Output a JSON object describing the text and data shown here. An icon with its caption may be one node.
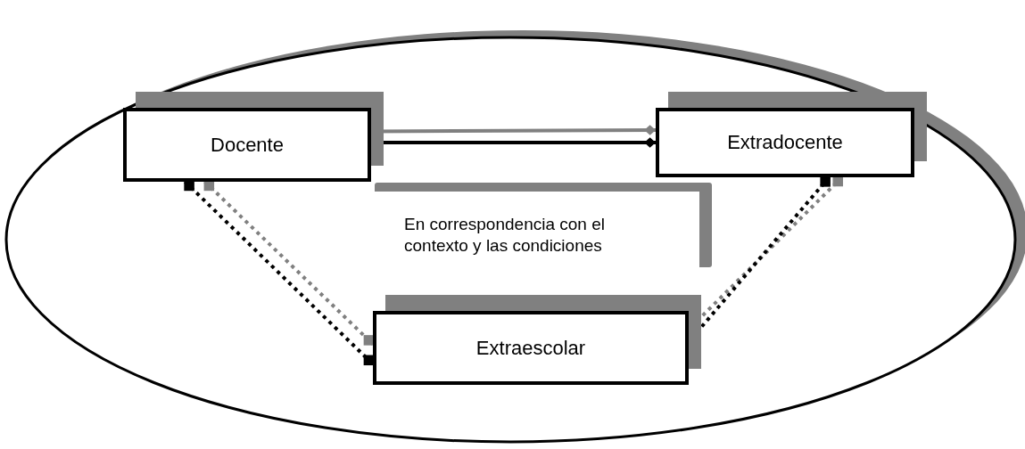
{
  "diagram": {
    "nodes": [
      {
        "text": [],
        "shape": "ellipse"
      },
      {
        "text": [
          "Docente"
        ],
        "in": 0
      },
      {
        "text": [
          "Extradocente"
        ],
        "in": 0
      },
      {
        "text": [
          "En correspondencia con el contexto y las condiciones"
        ],
        "in": 0
      },
      {
        "text": [
          "Extraescolar"
        ],
        "in": 0
      }
    ],
    "edges": [
      {
        "from": 1,
        "to": 2,
        "arrow": "other",
        "color": "#808080"
      },
      {
        "from": 1,
        "to": 2,
        "arrow": "other",
        "color": "#000000"
      },
      {
        "from": 1,
        "to": 4,
        "arrow": "other",
        "style": "dashed",
        "color": "#808080"
      },
      {
        "from": 1,
        "to": 4,
        "arrow": "other",
        "style": "dashed",
        "color": "#000000"
      },
      {
        "from": 2,
        "to": 4,
        "arrow": "other",
        "style": "dashed",
        "color": "#808080"
      },
      {
        "from": 2,
        "to": 4,
        "arrow": "other",
        "style": "dashed",
        "color": "#000000"
      }
    ]
  }
}
